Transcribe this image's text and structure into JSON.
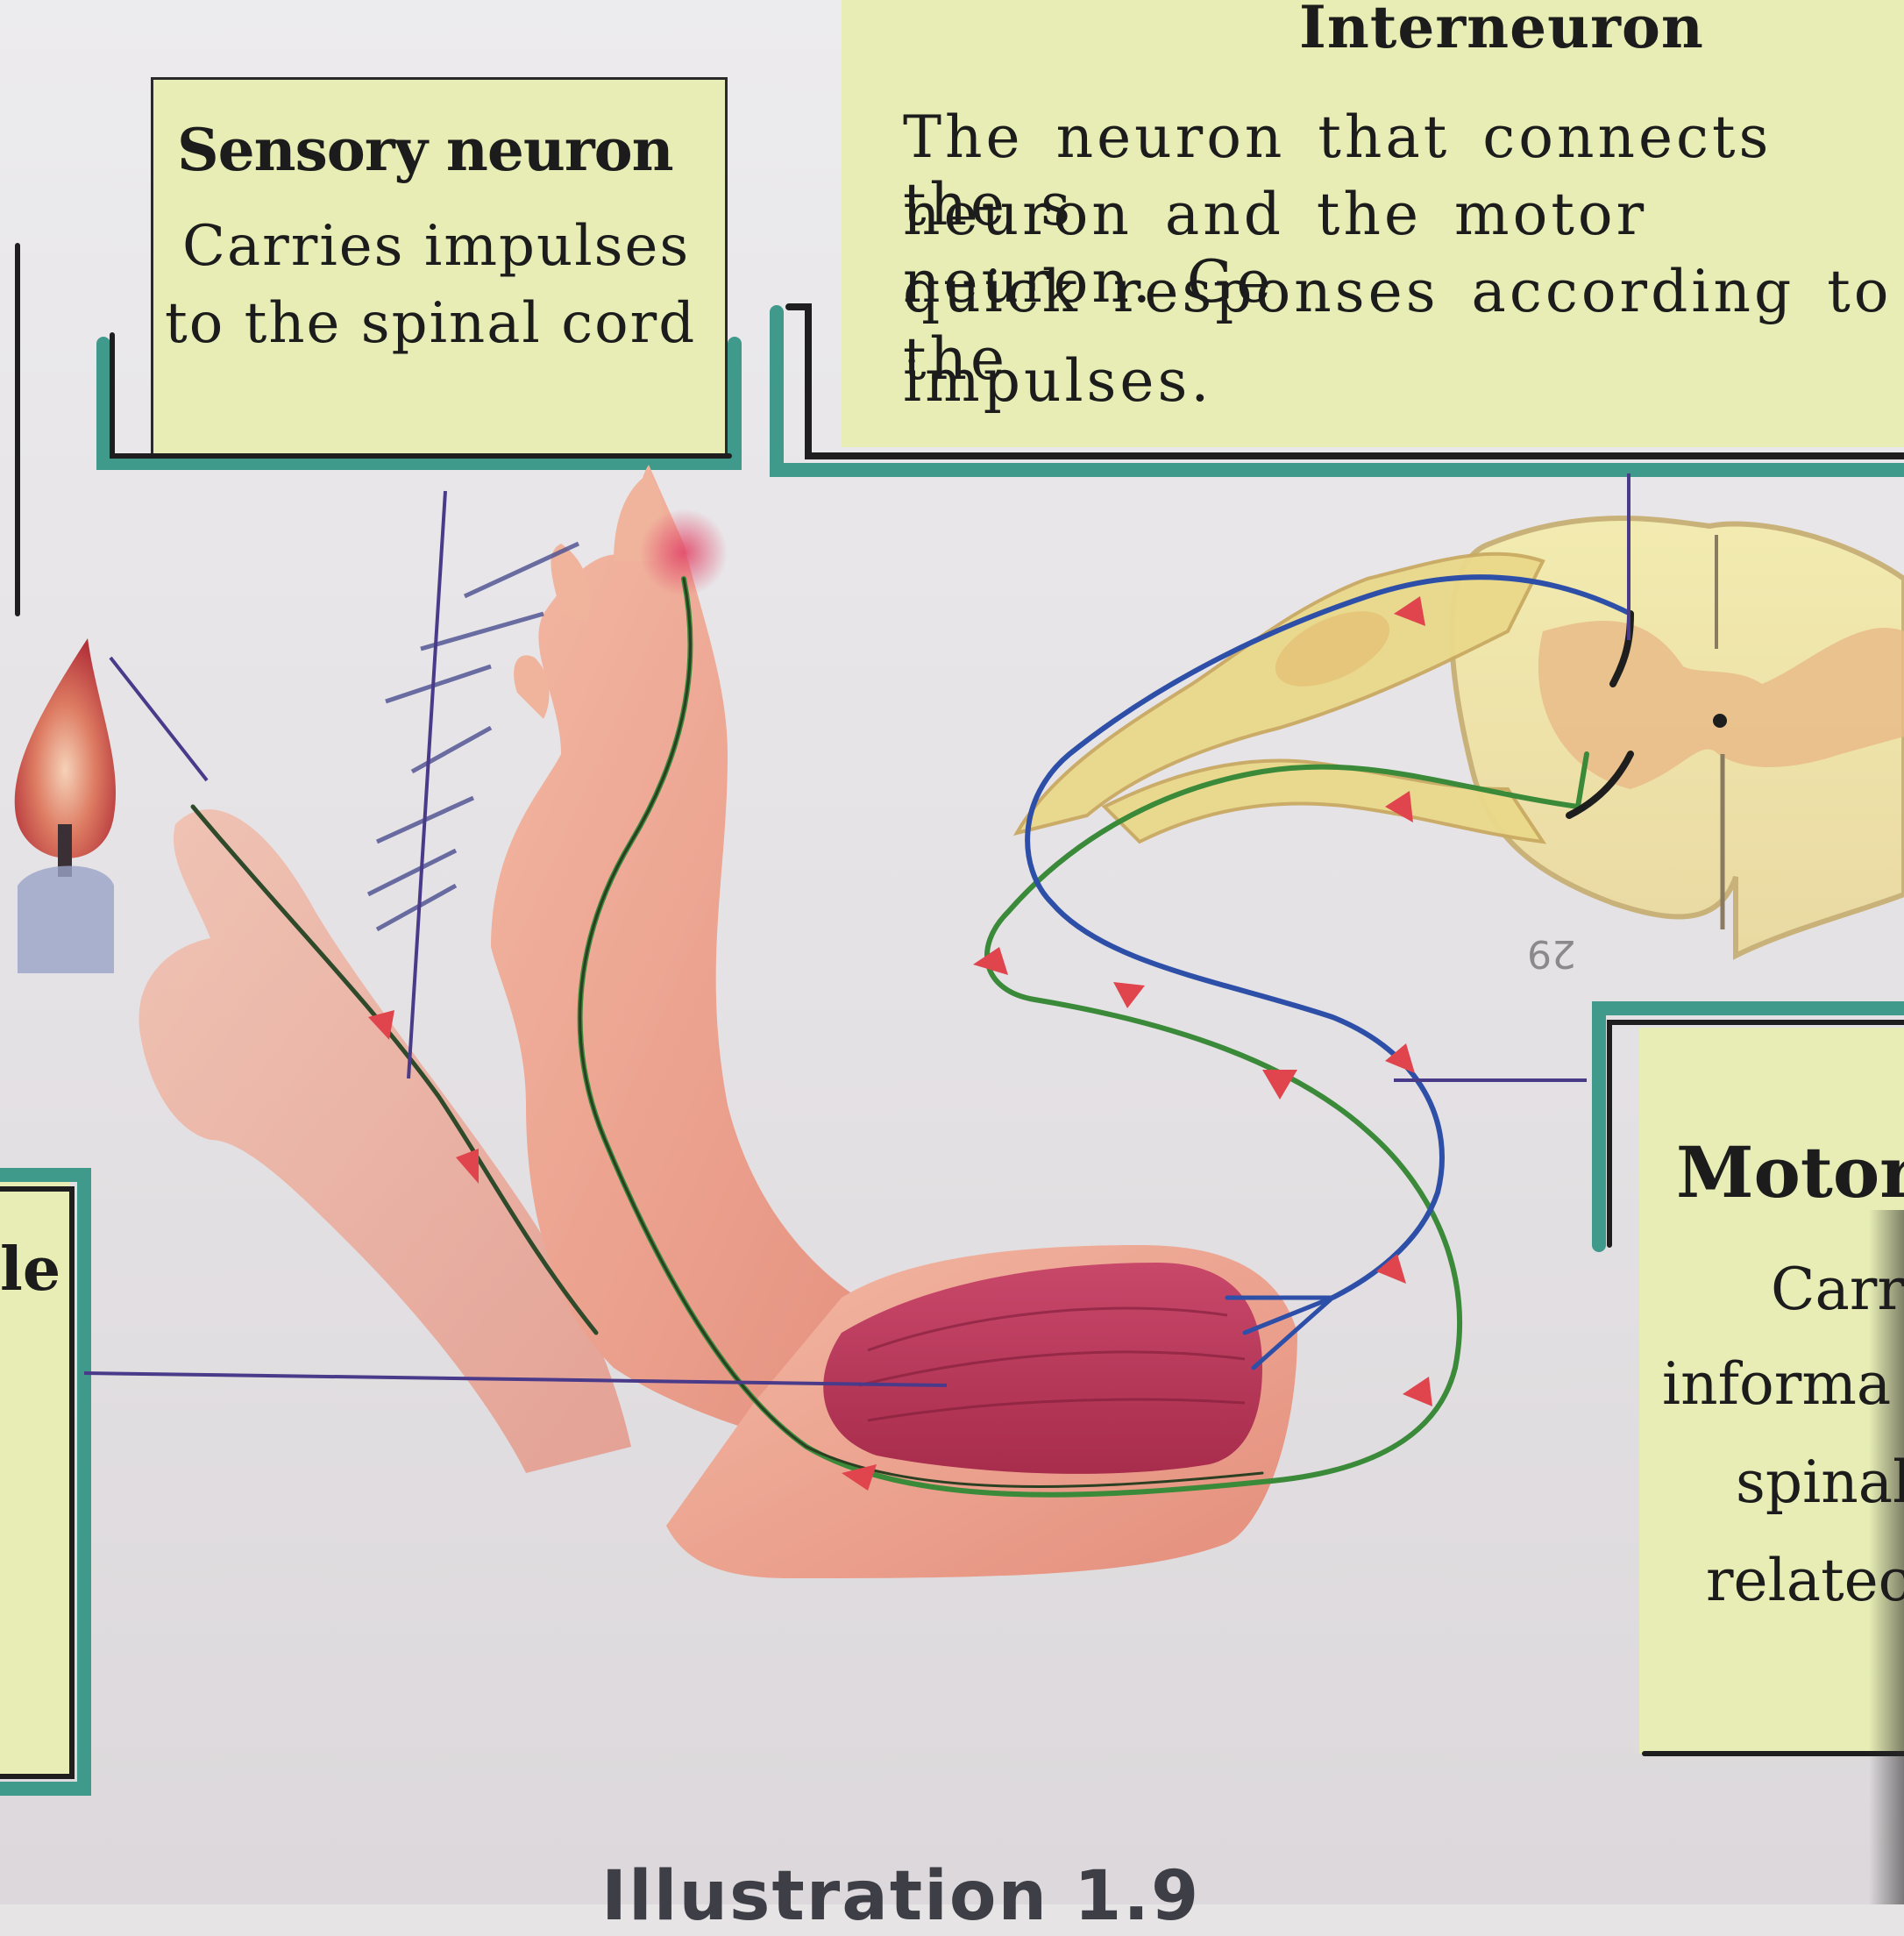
{
  "interneuron": {
    "title": "Interneuron",
    "lines": [
      "The neuron that connects the s",
      "neuron and the motor neuron. Ge",
      "quick responses according to the",
      "impulses."
    ]
  },
  "sensory_neuron": {
    "title": "Sensory neuron",
    "lines": [
      "Carries impulses",
      "to the spinal cord"
    ]
  },
  "motor_neuron": {
    "title": "Motor",
    "lines": [
      "Carr",
      "informa",
      "spinal",
      "relatec"
    ]
  },
  "left_box": {
    "label": "le"
  },
  "caption": "Illustration 1.9",
  "page_number": "29",
  "colors": {
    "box_fill": "#e7edb4",
    "box_border_teal": "#3f9a8c",
    "sensory_path": "#2e5a2a",
    "motor_path_green": "#3a8a3a",
    "motor_path_blue": "#2d4fa8",
    "arrow_red": "#e0454d",
    "leader_line": "#4a3a8a"
  },
  "icons": [
    "candle-flame-icon",
    "hand-arm-illustration",
    "spinal-cord-cross-section"
  ]
}
